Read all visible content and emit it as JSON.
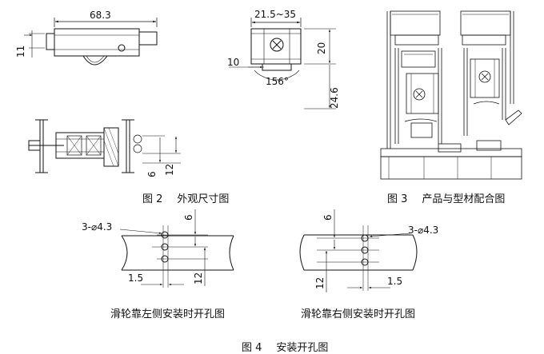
{
  "figure2": {
    "caption_number": "图 2",
    "caption_text": "外观尺寸图",
    "dims": {
      "length": "68.3",
      "height_left": "11",
      "width_range": "21.5~35",
      "offset": "10",
      "right_height": "20",
      "angle": "156°",
      "overall_height": "24.6",
      "six": "6",
      "twelve": "12"
    }
  },
  "figure3": {
    "caption_number": "图 3",
    "caption_text": "产品与型材配合图"
  },
  "figure4": {
    "caption_number": "图 4",
    "caption_text": "安装开孔图",
    "left_sub_caption": "滑轮靠左侧安装时开孔图",
    "right_sub_caption": "滑轮靠右侧安装时开孔图",
    "hole_label": "3-⌀4.3",
    "dim_6": "6",
    "dim_12": "12",
    "dim_1_5": "1.5"
  }
}
